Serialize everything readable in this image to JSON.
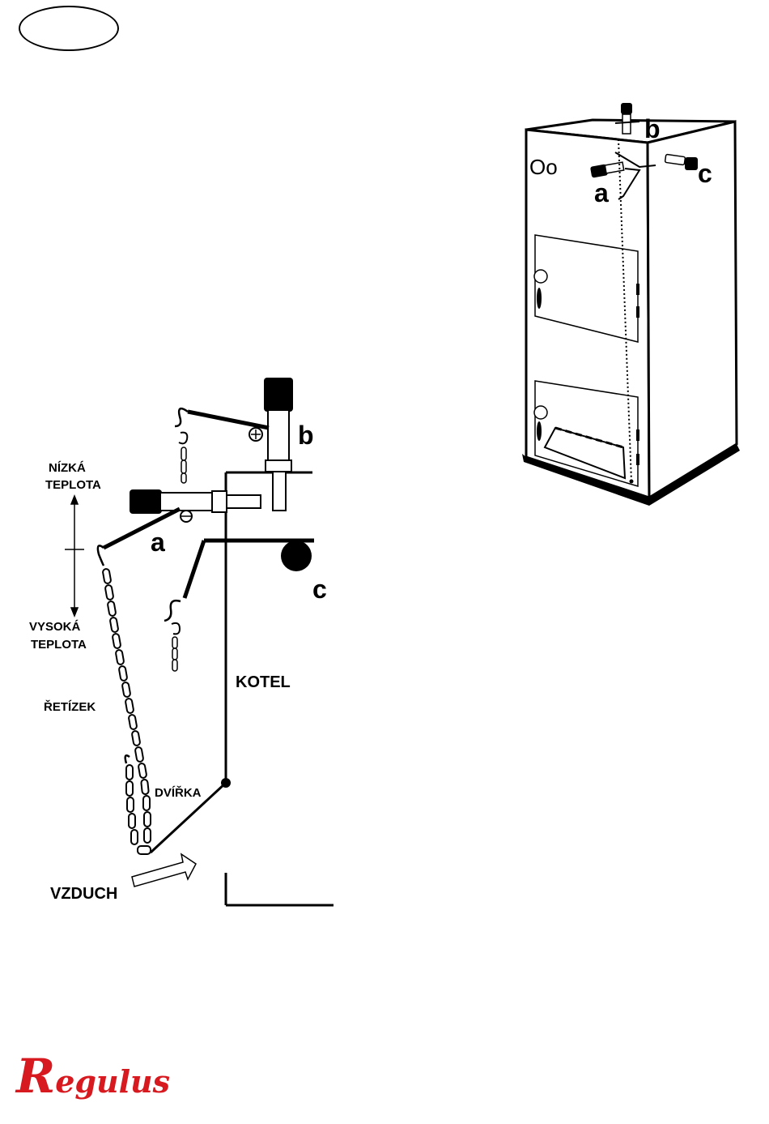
{
  "labels": {
    "b": "b",
    "a": "a",
    "c": "c",
    "low_temp_line1": "NÍZKÁ",
    "low_temp_line2": "TEPLOTA",
    "high_temp_line1": "VYSOKÁ",
    "high_temp_line2": "TEPLOTA",
    "boiler": "KOTEL",
    "chain": "ŘETÍZEK",
    "door": "DVÍŘKA",
    "air": "VZDUCH",
    "boiler_a": "a",
    "boiler_b": "b",
    "boiler_c": "c",
    "boiler_oo": "Oo"
  },
  "logo": {
    "initial": "R",
    "rest": "egulus"
  },
  "colors": {
    "logo": "#d71920",
    "ink": "#000000"
  }
}
